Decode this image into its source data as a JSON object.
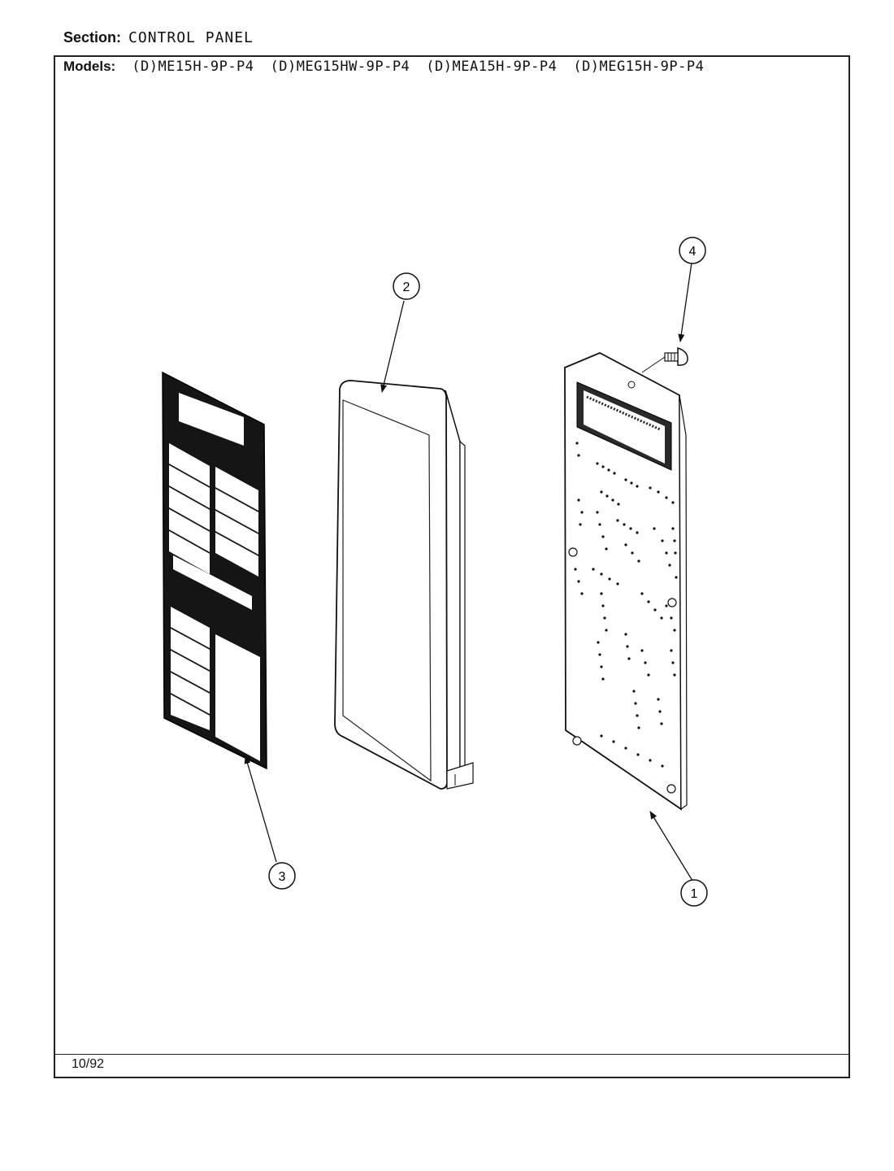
{
  "header": {
    "section_label": "Section:",
    "section_value": "CONTROL PANEL",
    "models_label": "Models:",
    "models": [
      "(D)ME15H-9P-P4",
      "(D)MEG15HW-9P-P4",
      "(D)MEA15H-9P-P4",
      "(D)MEG15H-9P-P4"
    ]
  },
  "callouts": [
    "1",
    "2",
    "3",
    "4"
  ],
  "footer": {
    "date": "10/92"
  }
}
